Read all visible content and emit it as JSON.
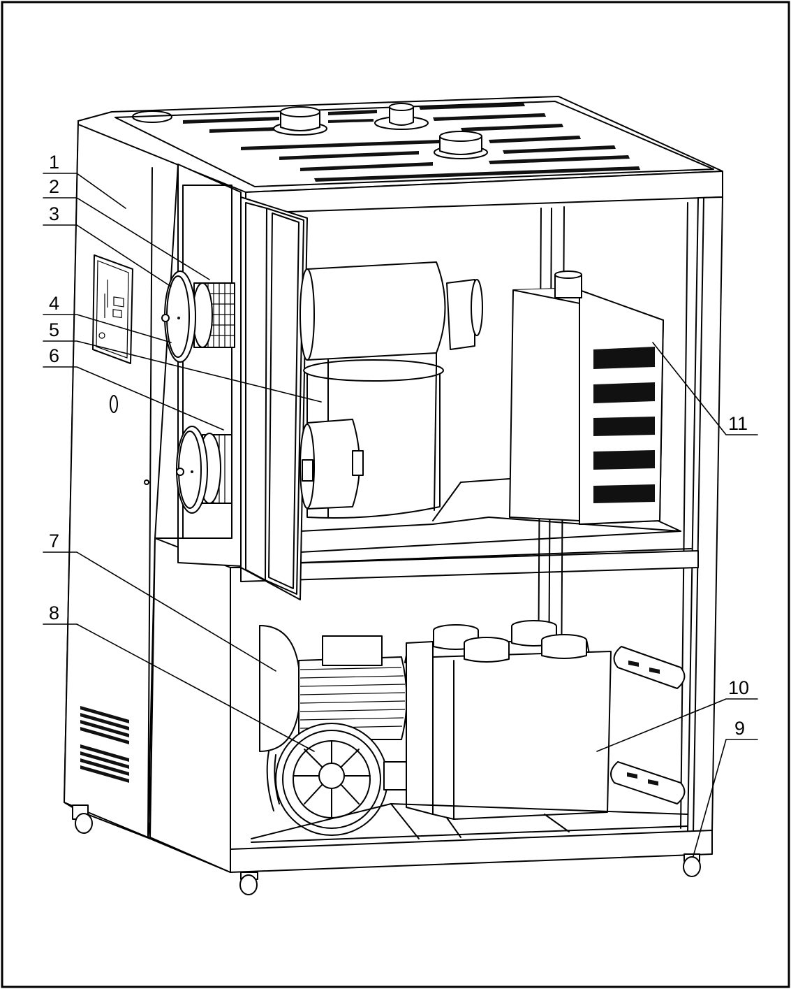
{
  "figure": {
    "labels": [
      {
        "id": "label-1",
        "text": "1"
      },
      {
        "id": "label-2",
        "text": "2"
      },
      {
        "id": "label-3",
        "text": "3"
      },
      {
        "id": "label-4",
        "text": "4"
      },
      {
        "id": "label-5",
        "text": "5"
      },
      {
        "id": "label-6",
        "text": "6"
      },
      {
        "id": "label-7",
        "text": "7"
      },
      {
        "id": "label-8",
        "text": "8"
      },
      {
        "id": "label-9",
        "text": "9"
      },
      {
        "id": "label-10",
        "text": "10"
      },
      {
        "id": "label-11",
        "text": "11"
      }
    ]
  }
}
